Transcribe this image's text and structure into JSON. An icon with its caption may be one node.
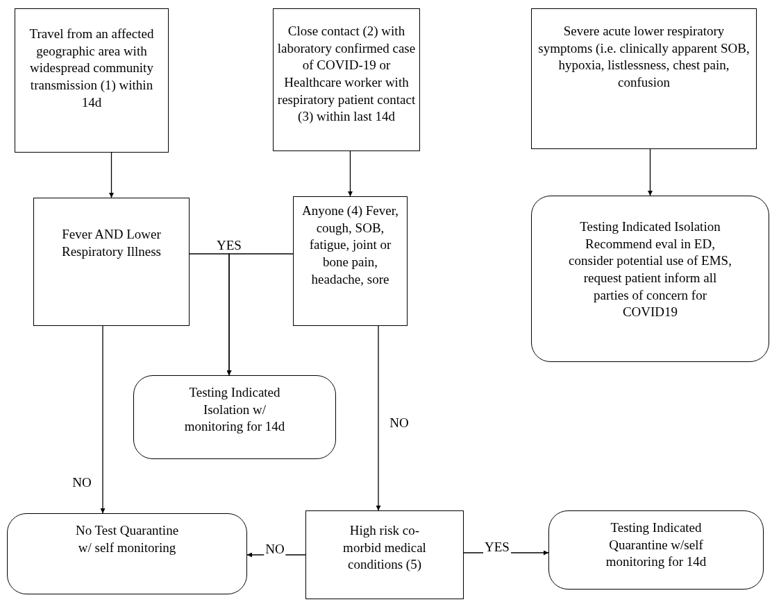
{
  "diagram": {
    "nodes": [
      {
        "text": [
          "Travel from an affected geographic area with widespread community transmission (1) within 14d"
        ]
      },
      {
        "text": [
          "Close contact (2) with laboratory confirmed case of COVID-19 or Healthcare worker with respiratory patient contact (3) within last 14d"
        ]
      },
      {
        "text": [
          "Severe acute lower respiratory symptoms (i.e. clinically apparent SOB, hypoxia, listlessness, chest pain, confusion"
        ]
      },
      {
        "text": [
          "Fever AND Lower Respiratory Illness"
        ]
      },
      {
        "text": [
          "Anyone (4) Fever, cough, SOB, fatigue, joint or bone pain, headache, sore"
        ]
      },
      {
        "text": [
          "Testing Indicated Isolation Recommend eval in ED, consider potential use of EMS, request patient inform all parties of concern for COVID19"
        ]
      },
      {
        "text": [
          "Testing Indicated Isolation w/ monitoring for 14d"
        ]
      },
      {
        "text": [
          "No Test Quarantine w/ self monitoring"
        ]
      },
      {
        "text": [
          "High risk co-morbid medical conditions (5)"
        ]
      },
      {
        "text": [
          "Testing Indicated Quarantine w/self monitoring for 14d"
        ]
      }
    ],
    "edges": [
      {
        "from": 0,
        "to": 3,
        "arrow": "to"
      },
      {
        "from": 1,
        "to": 4,
        "arrow": "to"
      },
      {
        "from": 2,
        "to": 5,
        "arrow": "to"
      },
      {
        "from": 3,
        "to": 6,
        "arrow": "to",
        "label": "YES"
      },
      {
        "from": 4,
        "to": 6,
        "arrow": "to"
      },
      {
        "from": 3,
        "to": 7,
        "arrow": "to",
        "label": "NO"
      },
      {
        "from": 4,
        "to": 8,
        "arrow": "to",
        "label": "NO"
      },
      {
        "from": 8,
        "to": 7,
        "arrow": "to",
        "label": "NO"
      },
      {
        "from": 8,
        "to": 9,
        "arrow": "to",
        "label": "YES"
      }
    ]
  }
}
